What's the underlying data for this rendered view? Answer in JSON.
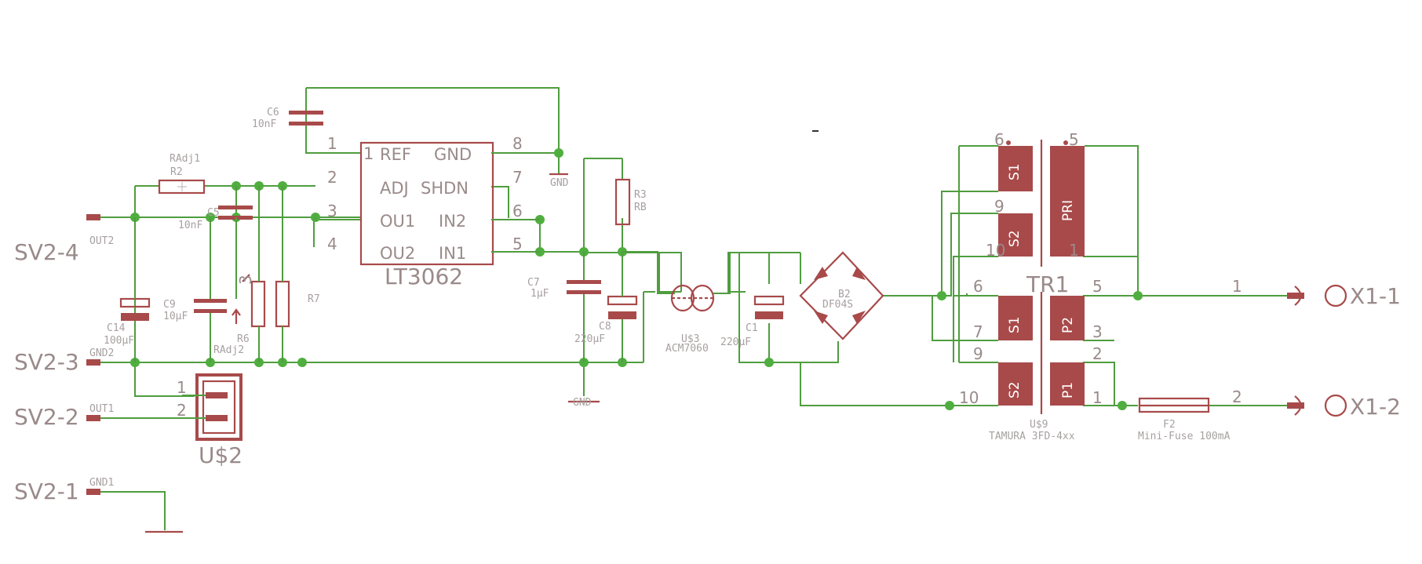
{
  "connectors": {
    "sv2_4": "SV2-4",
    "sv2_3": "SV2-3",
    "sv2_2": "SV2-2",
    "sv2_1": "SV2-1",
    "x1_1": "X1-1",
    "x1_2": "X1-2"
  },
  "nets": {
    "out2": "OUT2",
    "gnd2": "GND2",
    "out1": "OUT1",
    "gnd1": "GND1",
    "gnd_a": "GND",
    "gnd_b": "GND"
  },
  "parts": {
    "c6": "C6",
    "c6_val": "10nF",
    "radj1": "RAdj1",
    "r2": "R2",
    "c5": "C5",
    "c5_val": "10nF",
    "c9": "C9",
    "c9_val": "10µF",
    "c14": "C14",
    "c14_val": "100µF",
    "r6": "R6",
    "radj2": "RAdj2",
    "r7": "R7",
    "r6_pin": "3",
    "us2": "U$2",
    "us2_pin1": "1",
    "us2_pin2": "2",
    "ic": "LT3062",
    "c7": "C7",
    "c7_val": "1µF",
    "r3": "R3",
    "r3_val": "RB",
    "c8": "C8",
    "c8_val": "220µF",
    "us3": "U$3",
    "us3_val": "ACM7060",
    "c1": "C1",
    "c1_val": "220µF",
    "b2": "B2",
    "b2_val": "DF04S",
    "tr1": "TR1",
    "us9": "U$9",
    "us9_val": "TAMURA 3FD-4xx",
    "f2": "F2",
    "f2_val": "Mini-Fuse 100mA",
    "x1_pin1": "1",
    "x1_pin2": "2"
  },
  "ic_pins": {
    "p1": "1",
    "p2": "2",
    "p3": "3",
    "p4": "4",
    "p5": "5",
    "p6": "6",
    "p7": "7",
    "p8": "8",
    "ref": "REF",
    "gnd": "GND",
    "adj": "ADJ",
    "shdn": "SHDN",
    "ou1": "OU1",
    "in2": "IN2",
    "ou2": "OU2",
    "in1": "IN1",
    "one": "1"
  },
  "transformer": {
    "top_pin6": "6",
    "top_pin5": "5",
    "top_pin9": "9",
    "top_pin10": "10",
    "top_pin1": "1",
    "s1": "S1",
    "s2": "S2",
    "pri": "PRI",
    "bot_pin6": "6",
    "bot_pin5": "5",
    "bot_pin7": "7",
    "bot_pin3": "3",
    "bot_pin9": "9",
    "bot_pin2": "2",
    "bot_pin10": "10",
    "bot_pin1": "1",
    "bs1": "S1",
    "bs2": "S2",
    "bp1": "P1",
    "bp2": "P2"
  },
  "colors": {
    "wire": "#4f9d3f",
    "symbol": "#a84a4a",
    "junction": "#4fae3f",
    "text": "#9a8a8a"
  }
}
